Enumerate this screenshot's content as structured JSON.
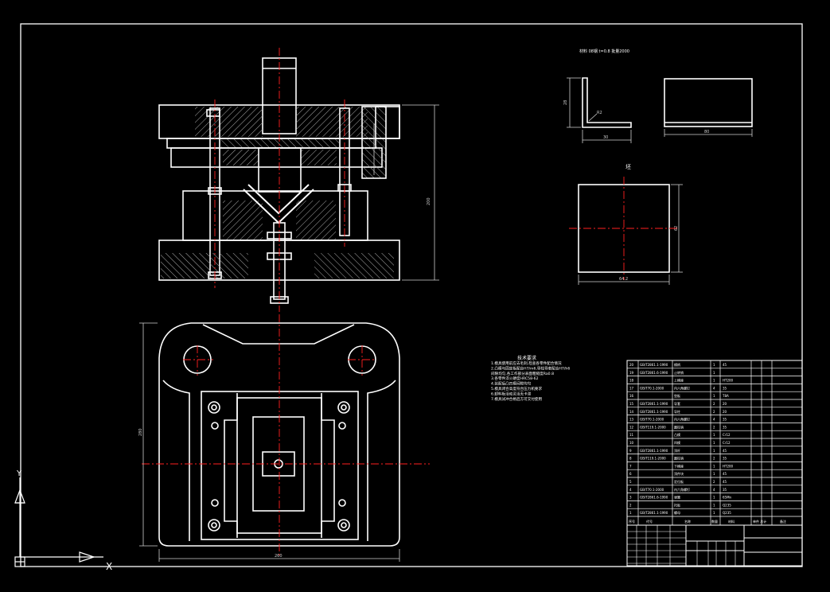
{
  "colors": {
    "background": "#000000",
    "outline": "#ffffff",
    "centerline": "#ff2020",
    "hatch": "#bbbbbb",
    "dimension": "#cfcfcf"
  },
  "top_note": "材料 08钢 t=0.8 批量2000",
  "top_note_values": [
    "t=0.8",
    "2000"
  ],
  "blank_label": "坯",
  "tech_requirements": {
    "title": "技术要求",
    "lines": [
      "1.模具使用前应去毛刺,检查各零件配合情况",
      "2.凸模与固定板配合H7/m6,导柱导套配合H7/h6",
      "  间隙均匀,各工作部分表面粗糙度Ra0.8",
      "3.各零件淬火硬度HRC58-62",
      "4.装配后凸凹模间隙均匀",
      "5.模具闭合高度符合压力机要求",
      "6.卸料板活动灵活无卡滞",
      "7.模具试冲合格后方可交付使用"
    ]
  },
  "dimensions": {
    "part_width": "30",
    "part_height": "28",
    "part_radius": "R2",
    "side_view_width": "80",
    "blank_width": "64.2",
    "blank_height": "62",
    "section_height": "200",
    "plan_height": "280",
    "plan_width": "260"
  },
  "bom": {
    "rows": [
      {
        "no": "20",
        "std": "GB/T2861.1-1990",
        "name": "模柄",
        "qty": "1",
        "mat": "45"
      },
      {
        "no": "19",
        "std": "GB/T2861.6-1990",
        "name": "止转销",
        "qty": "1",
        "mat": ""
      },
      {
        "no": "18",
        "std": "",
        "name": "上模座",
        "qty": "1",
        "mat": "HT200"
      },
      {
        "no": "17",
        "std": "GB/T70.1-2000",
        "name": "内六角螺钉",
        "qty": "4",
        "mat": "35"
      },
      {
        "no": "16",
        "std": "",
        "name": "垫板",
        "qty": "1",
        "mat": "T8A"
      },
      {
        "no": "15",
        "std": "GB/T2861.1-1990",
        "name": "导套",
        "qty": "2",
        "mat": "20"
      },
      {
        "no": "14",
        "std": "GB/T2861.1-1990",
        "name": "导柱",
        "qty": "2",
        "mat": "20"
      },
      {
        "no": "13",
        "std": "GB/T70.1-2000",
        "name": "内六角螺钉",
        "qty": "4",
        "mat": "35"
      },
      {
        "no": "12",
        "std": "GB/T119.1-2000",
        "name": "圆柱销",
        "qty": "2",
        "mat": "35"
      },
      {
        "no": "11",
        "std": "",
        "name": "凸模",
        "qty": "1",
        "mat": "Cr12"
      },
      {
        "no": "10",
        "std": "",
        "name": "凹模",
        "qty": "1",
        "mat": "Cr12"
      },
      {
        "no": "9",
        "std": "GB/T2861.1-1990",
        "name": "顶杆",
        "qty": "1",
        "mat": "45"
      },
      {
        "no": "8",
        "std": "GB/T119.1-2000",
        "name": "圆柱销",
        "qty": "2",
        "mat": "35"
      },
      {
        "no": "7",
        "std": "",
        "name": "下模座",
        "qty": "1",
        "mat": "HT200"
      },
      {
        "no": "6",
        "std": "",
        "name": "顶件块",
        "qty": "1",
        "mat": "45"
      },
      {
        "no": "5",
        "std": "",
        "name": "定位板",
        "qty": "2",
        "mat": "45"
      },
      {
        "no": "4",
        "std": "GB/T70.1-2000",
        "name": "内六角螺钉",
        "qty": "4",
        "mat": "35"
      },
      {
        "no": "3",
        "std": "GB/T2861.6-1990",
        "name": "弹簧",
        "qty": "1",
        "mat": "65Mn"
      },
      {
        "no": "2",
        "std": "",
        "name": "托板",
        "qty": "1",
        "mat": "Q235"
      },
      {
        "no": "1",
        "std": "GB/T2861.1-1990",
        "name": "螺母",
        "qty": "1",
        "mat": "Q235"
      }
    ],
    "header": {
      "no": "序号",
      "std": "代号",
      "name": "名称",
      "qty": "数量",
      "mat": "材料",
      "wt": "单件 总计",
      "note": "备注"
    }
  },
  "axis": {
    "y_label": "Y",
    "x_label": "X"
  }
}
